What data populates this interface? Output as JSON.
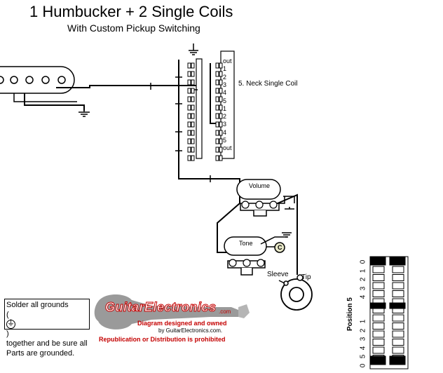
{
  "header": {
    "title": "1 Humbucker + 2 Single Coils",
    "subtitle": "With Custom Pickup Switching"
  },
  "switch": {
    "pickup_label": "5. Neck Single Coil",
    "terminal_labels": [
      "out",
      "1",
      "2",
      "3",
      "4",
      "5",
      "1",
      "2",
      "3",
      "4",
      "5",
      "out"
    ]
  },
  "controls": {
    "volume_label": "Volume",
    "tone_label": "Tone",
    "capacitor_label": "C",
    "jack_sleeve_label": "Sleeve",
    "jack_tip_label": "Tip"
  },
  "note": {
    "line1": "Solder all grounds",
    "line2": "together and be sure all",
    "line3": "Parts are grounded."
  },
  "brand": {
    "logo_text": "GuitarElectronics",
    "logo_suffix": ".com",
    "credit_line1": "Diagram designed and owned",
    "credit_line2": "by GuitarElectronics.com.",
    "warning": "Republication or Distribution is prohibited"
  },
  "position_diagram": {
    "label": "Position 5",
    "upper_numbers": [
      "0",
      "1",
      "2",
      "3",
      "4"
    ],
    "lower_numbers": [
      "0",
      "5",
      "4",
      "3",
      "2",
      "1"
    ]
  },
  "colors": {
    "wire": "#000000",
    "brand_red": "#c40000",
    "logo_gray": "#9a9a9a"
  }
}
